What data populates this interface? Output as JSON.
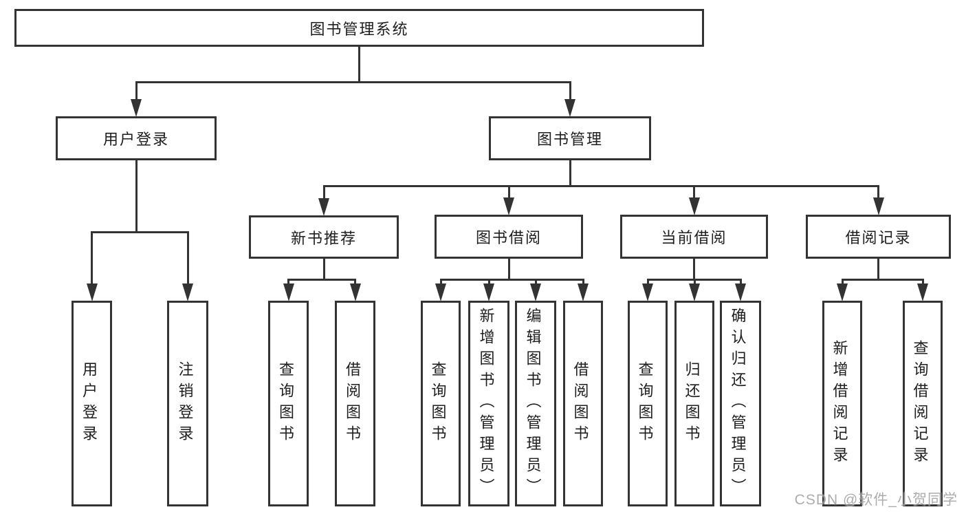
{
  "diagram": {
    "title": "图书管理系统",
    "nodes": [
      {
        "id": "root",
        "label": "图书管理系统",
        "level": 1
      },
      {
        "id": "user-login",
        "label": "用户登录",
        "level": 2
      },
      {
        "id": "book-mgmt",
        "label": "图书管理",
        "level": 2
      },
      {
        "id": "new-book-rec",
        "label": "新书推荐",
        "level": 3
      },
      {
        "id": "book-borrow",
        "label": "图书借阅",
        "level": 3
      },
      {
        "id": "current-borrow",
        "label": "当前借阅",
        "level": 3
      },
      {
        "id": "borrow-records",
        "label": "借阅记录",
        "level": 3
      },
      {
        "id": "login-op",
        "label": "用户登录",
        "level": 4
      },
      {
        "id": "logout-op",
        "label": "注销登录",
        "level": 4
      },
      {
        "id": "nb-query",
        "label": "查询图书",
        "level": 4
      },
      {
        "id": "nb-borrow",
        "label": "借阅图书",
        "level": 4
      },
      {
        "id": "bb-query",
        "label": "查询图书",
        "level": 4
      },
      {
        "id": "bb-add",
        "label": "新增图书（管理员）",
        "level": 4
      },
      {
        "id": "bb-edit",
        "label": "编辑图书（管理员）",
        "level": 4
      },
      {
        "id": "bb-borrow",
        "label": "借阅图书",
        "level": 4
      },
      {
        "id": "cb-query",
        "label": "查询图书",
        "level": 4
      },
      {
        "id": "cb-return",
        "label": "归还图书",
        "level": 4
      },
      {
        "id": "cb-confirm",
        "label": "确认归还（管理员）",
        "level": 4
      },
      {
        "id": "br-add",
        "label": "新增借阅记录",
        "level": 4
      },
      {
        "id": "br-query",
        "label": "查询借阅记录",
        "level": 4
      }
    ],
    "edges": [
      {
        "from": "root",
        "to": "user-login"
      },
      {
        "from": "root",
        "to": "book-mgmt"
      },
      {
        "from": "user-login",
        "to": "login-op"
      },
      {
        "from": "user-login",
        "to": "logout-op"
      },
      {
        "from": "book-mgmt",
        "to": "new-book-rec"
      },
      {
        "from": "book-mgmt",
        "to": "book-borrow"
      },
      {
        "from": "book-mgmt",
        "to": "current-borrow"
      },
      {
        "from": "book-mgmt",
        "to": "borrow-records"
      },
      {
        "from": "new-book-rec",
        "to": "nb-query"
      },
      {
        "from": "new-book-rec",
        "to": "nb-borrow"
      },
      {
        "from": "book-borrow",
        "to": "bb-query"
      },
      {
        "from": "book-borrow",
        "to": "bb-add"
      },
      {
        "from": "book-borrow",
        "to": "bb-edit"
      },
      {
        "from": "book-borrow",
        "to": "bb-borrow"
      },
      {
        "from": "current-borrow",
        "to": "cb-query"
      },
      {
        "from": "current-borrow",
        "to": "cb-return"
      },
      {
        "from": "current-borrow",
        "to": "cb-confirm"
      },
      {
        "from": "borrow-records",
        "to": "br-add"
      },
      {
        "from": "borrow-records",
        "to": "br-query"
      }
    ]
  },
  "watermark": {
    "text": "CSDN @软件_小贺同学"
  },
  "colors": {
    "line": "#333333",
    "box_border": "#333333",
    "box_fill": "#ffffff",
    "text": "#1e1e1e",
    "watermark": "#9e9e9e",
    "background": "#ffffff"
  }
}
